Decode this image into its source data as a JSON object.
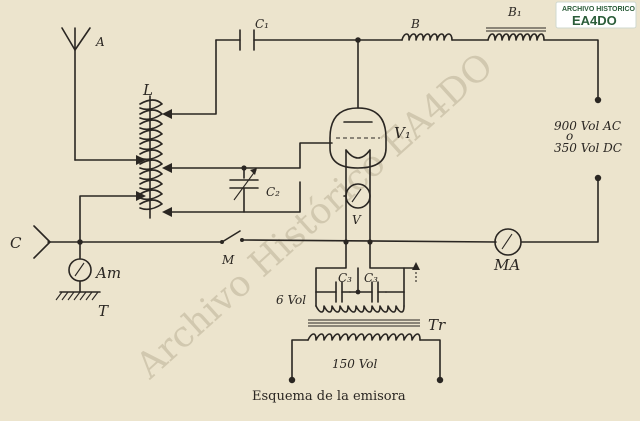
{
  "badge": {
    "line1": "ARCHIVO HISTORICO",
    "line2": "EA4DO"
  },
  "watermark": "Archivo Histórico EA4DO",
  "caption": "Esquema de la emisora",
  "labels": {
    "antenna": "A",
    "coil_L": "L",
    "cap_c1": "C₁",
    "choke_B": "B",
    "choke_B1": "B₁",
    "tube_V1": "V₁",
    "cap_c2": "C₂",
    "voltmeter_V": "V",
    "input_C": "C",
    "switch_M": "M",
    "ammeter_Am": "Am",
    "ground_T": "T",
    "milliammeter_MA": "MA",
    "cap_c3_left": "C₃",
    "cap_c3_right": "C₃",
    "sec_6v": "6 Vol",
    "transformer_Tr": "Tr",
    "primary_150v": "150 Vol",
    "supply_ac": "900 Vol AC",
    "supply_or": "o",
    "supply_dc": "350 Vol DC"
  },
  "colors": {
    "paper": "#ece4cd",
    "ink": "#2a2622",
    "badge_green": "#2b5d3a"
  }
}
